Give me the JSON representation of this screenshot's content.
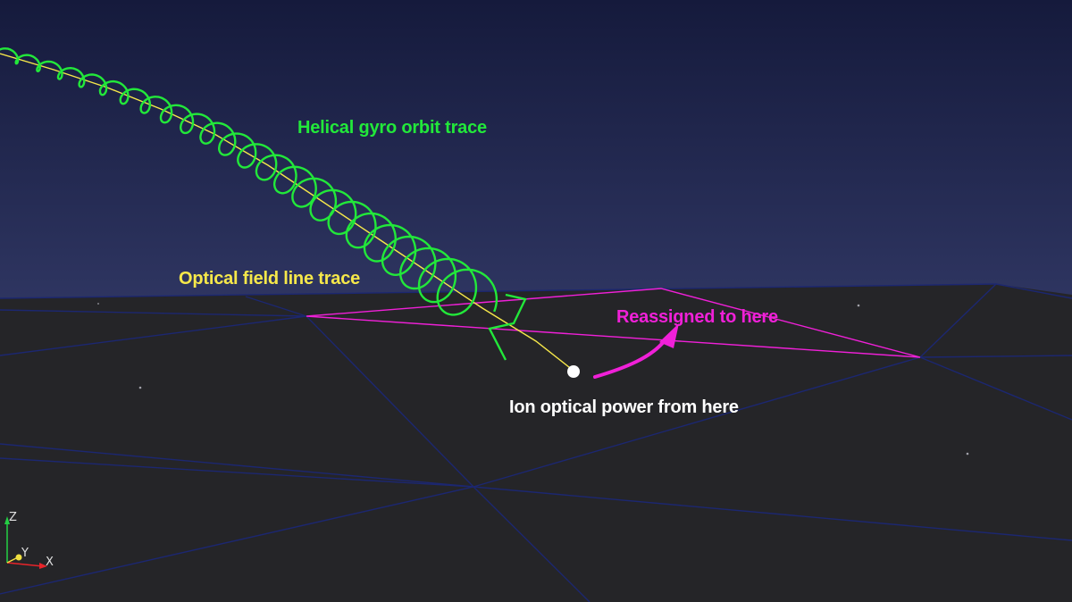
{
  "labels": {
    "helical": "Helical gyro orbit trace",
    "field_line": "Optical field line trace",
    "reassigned": "Reassigned to here",
    "origin": "Ion optical power from here"
  },
  "axes": {
    "z": "Z",
    "y": "Y",
    "x": "X"
  },
  "colors": {
    "sky_top": "#151a3c",
    "sky_bottom": "#2e3560",
    "ground": "#252528",
    "mesh": "#1c2770",
    "helix": "#22e83a",
    "field_line": "#f6e84a",
    "reassign": "#f020d8",
    "origin_point": "#ffffff",
    "axis_x": "#e8242a",
    "axis_y": "#f0e040",
    "axis_z": "#24d044"
  }
}
